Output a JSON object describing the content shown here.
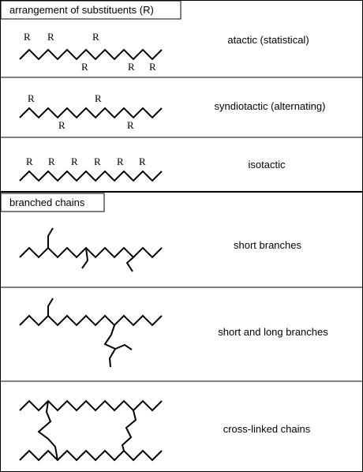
{
  "sections": [
    {
      "header": "arrangement of substituents (R)",
      "rows": [
        {
          "label": "atactic (statistical)",
          "substituent": "R"
        },
        {
          "label": "syndiotactic (alternating)",
          "substituent": "R"
        },
        {
          "label": "isotactic",
          "substituent": "R"
        }
      ]
    },
    {
      "header": "branched chains",
      "rows": [
        {
          "label": "short branches"
        },
        {
          "label": "short and long branches"
        },
        {
          "label": "cross-linked chains"
        }
      ]
    }
  ]
}
